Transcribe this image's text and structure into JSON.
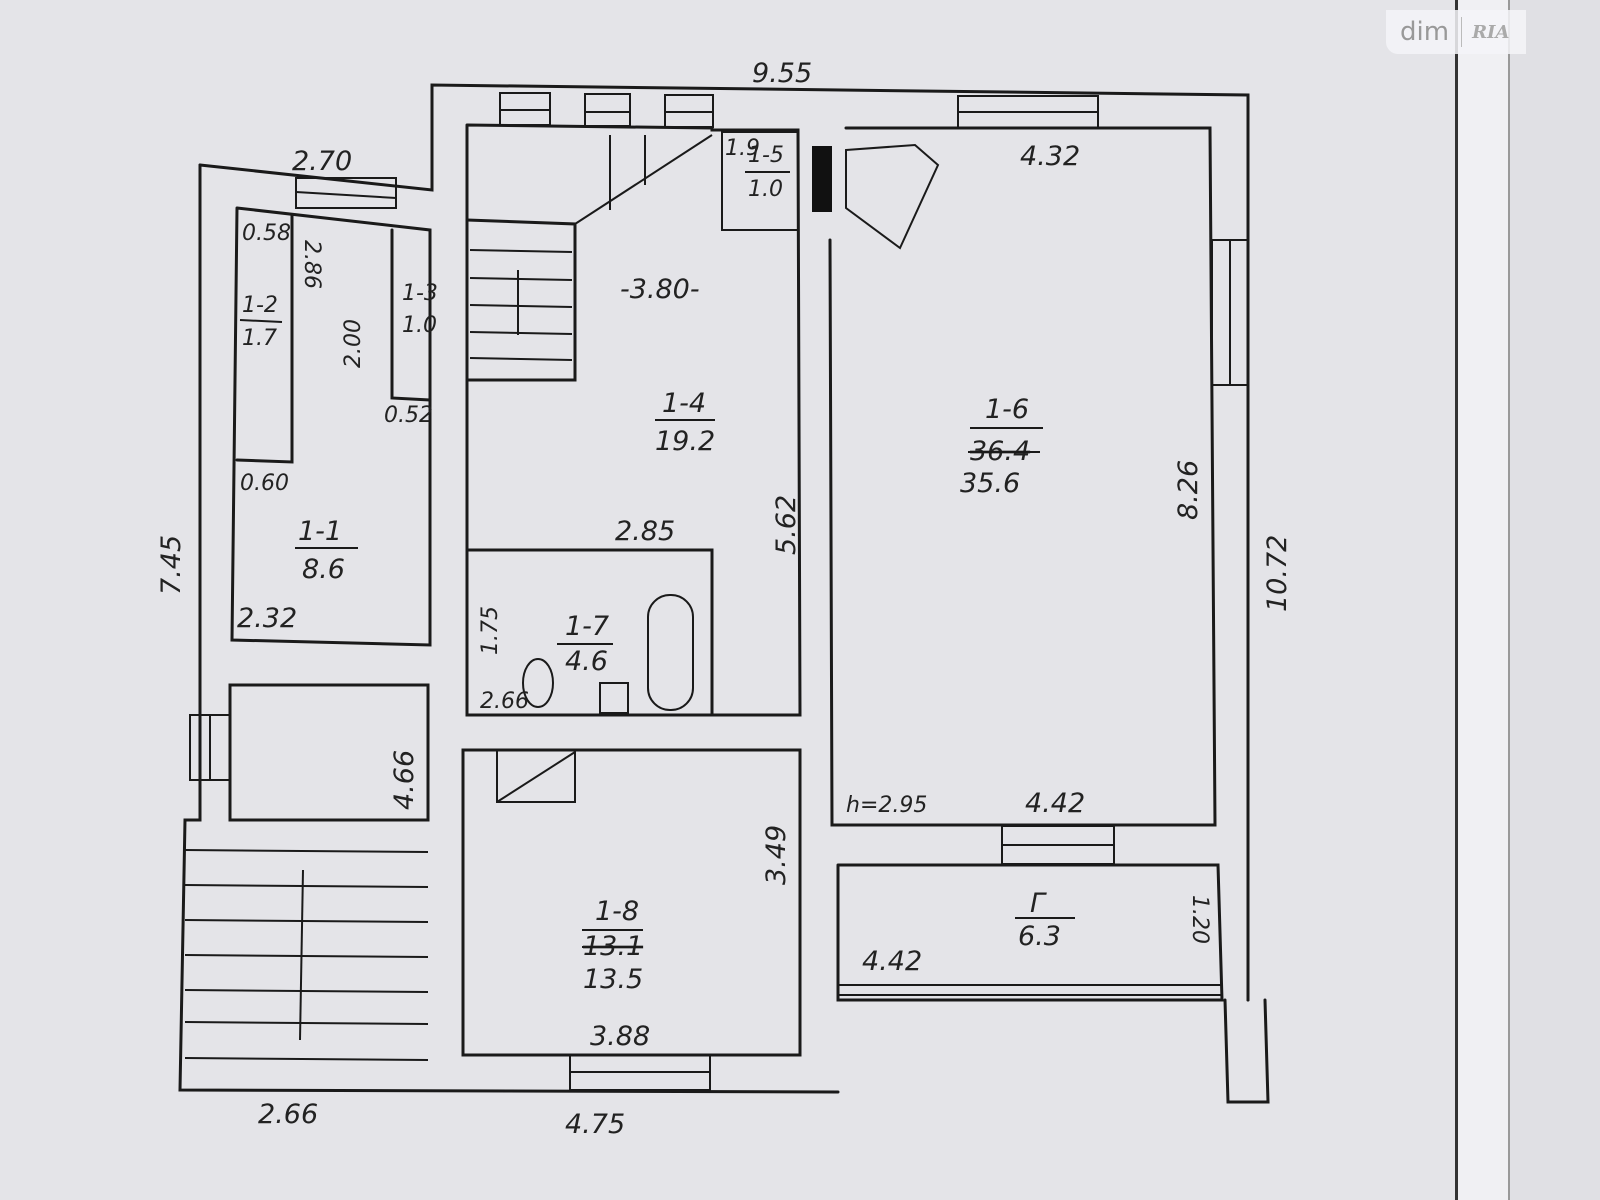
{
  "watermark": {
    "brand": "dim",
    "brand2": "RIA"
  },
  "rooms": [
    {
      "id": "1-1",
      "area": "8.6"
    },
    {
      "id": "1-2",
      "area": "1.7"
    },
    {
      "id": "1-3",
      "area": "1.0"
    },
    {
      "id": "1-4",
      "area": "19.2"
    },
    {
      "id": "1-5",
      "area": "1.0"
    },
    {
      "id": "1-6",
      "area_struck": "36.4",
      "area": "35.6"
    },
    {
      "id": "1-7",
      "area": "4.6"
    },
    {
      "id": "1-8",
      "area_struck": "13.1",
      "area": "13.5"
    },
    {
      "id": "Г",
      "area": "6.3"
    }
  ],
  "dimensions": {
    "top_total": "9.55",
    "left_top": "2.70",
    "room16_top": "4.32",
    "d058": "0.58",
    "d286": "2.86",
    "d200": "2.00",
    "d052": "0.52",
    "d060": "0.60",
    "d19": "1.9",
    "room14_width": "-3.80-",
    "room14_height": "5.62",
    "room17_top": "2.85",
    "room17_height": "1.75",
    "room17_bottom": "2.66",
    "left_total": "7.45",
    "room11_bottom": "2.32",
    "left_lower": "4.66",
    "room18_height": "3.49",
    "room18_bottom": "3.88",
    "bottom_mid": "4.75",
    "bottom_left": "2.66",
    "ceiling_height": "h=2.95",
    "room16_bottom": "4.42",
    "balcony_width": "4.42",
    "balcony_height": "1.20",
    "room16_height": "8.26",
    "right_total": "10.72"
  }
}
